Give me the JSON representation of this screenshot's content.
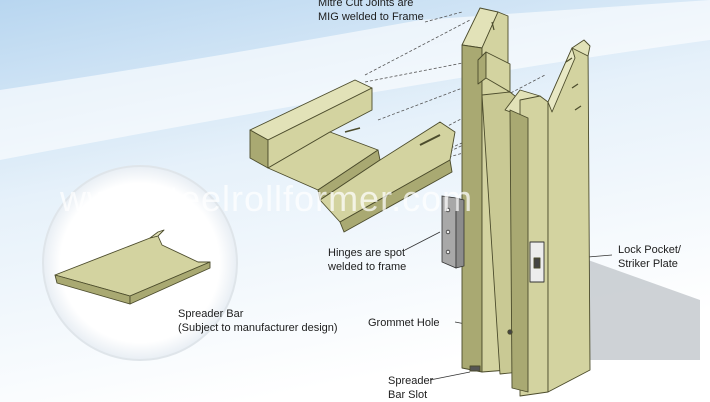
{
  "diagram": {
    "colors": {
      "steel_face": "#d3d3a0",
      "steel_light": "#e2e2b8",
      "steel_dark": "#a9a972",
      "outline": "#4c4c2c",
      "hinge": "#a8a8a8",
      "sky": "#cfe3f4"
    },
    "labels": {
      "mitre_line1": "Mitre Cut Joints are",
      "mitre_line2": "MIG welded to Frame",
      "hinges_line1": "Hinges are spot",
      "hinges_line2": "welded to frame",
      "lock_line1": "Lock Pocket/",
      "lock_line2": "Striker Plate",
      "spreader_line1": "Spreader Bar",
      "spreader_line2": "(Subject to manufacturer design)",
      "grommet": "Grommet Hole",
      "slot_line1": "Spreader",
      "slot_line2": "Bar Slot"
    },
    "watermark": "www.steelrollformer.com"
  }
}
